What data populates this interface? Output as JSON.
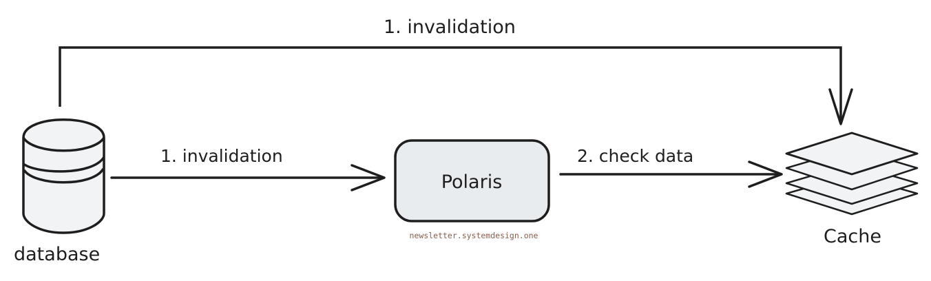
{
  "diagram": {
    "nodes": {
      "database": {
        "label": "database",
        "shape": "cylinder-icon"
      },
      "polaris": {
        "label": "Polaris",
        "shape": "rounded-rectangle"
      },
      "cache": {
        "label": "Cache",
        "shape": "stacked-layers-icon"
      }
    },
    "edges": [
      {
        "id": "db-to-cache",
        "from": "database",
        "to": "cache",
        "label": "1. invalidation"
      },
      {
        "id": "db-to-polaris",
        "from": "database",
        "to": "polaris",
        "label": "1. invalidation"
      },
      {
        "id": "polaris-to-cache",
        "from": "polaris",
        "to": "cache",
        "label": "2. check data"
      }
    ],
    "watermark": "newsletter.systemdesign.one"
  },
  "colors": {
    "stroke": "#1e1e1e",
    "node_fill": "#f1f3f5",
    "polaris_fill": "#e9ecef",
    "watermark": "#8b5e4e",
    "background": "#ffffff"
  }
}
